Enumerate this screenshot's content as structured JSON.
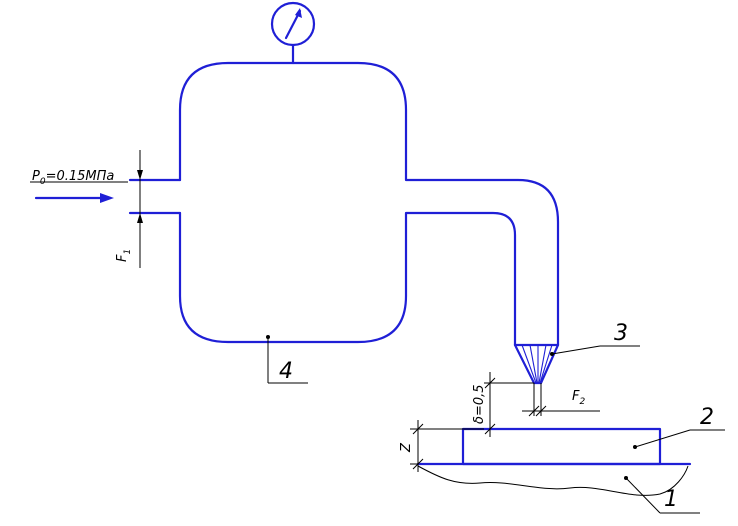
{
  "labels": {
    "part1": "1",
    "part2": "2",
    "part3": "3",
    "part4": "4"
  },
  "annotations": {
    "p0_symbol": "P",
    "p0_sub": "0",
    "p0_rest": "=0.15МПа",
    "f1_symbol": "F",
    "f1_sub": "1",
    "f2_symbol": "F",
    "f2_sub": "2",
    "delta": "δ=0,5",
    "z": "Z"
  },
  "colors": {
    "outline": "#1f1fd6",
    "text": "#000000"
  },
  "icons": {
    "gauge": "pressure-gauge-icon",
    "flow_arrow": "right-arrow-icon"
  }
}
